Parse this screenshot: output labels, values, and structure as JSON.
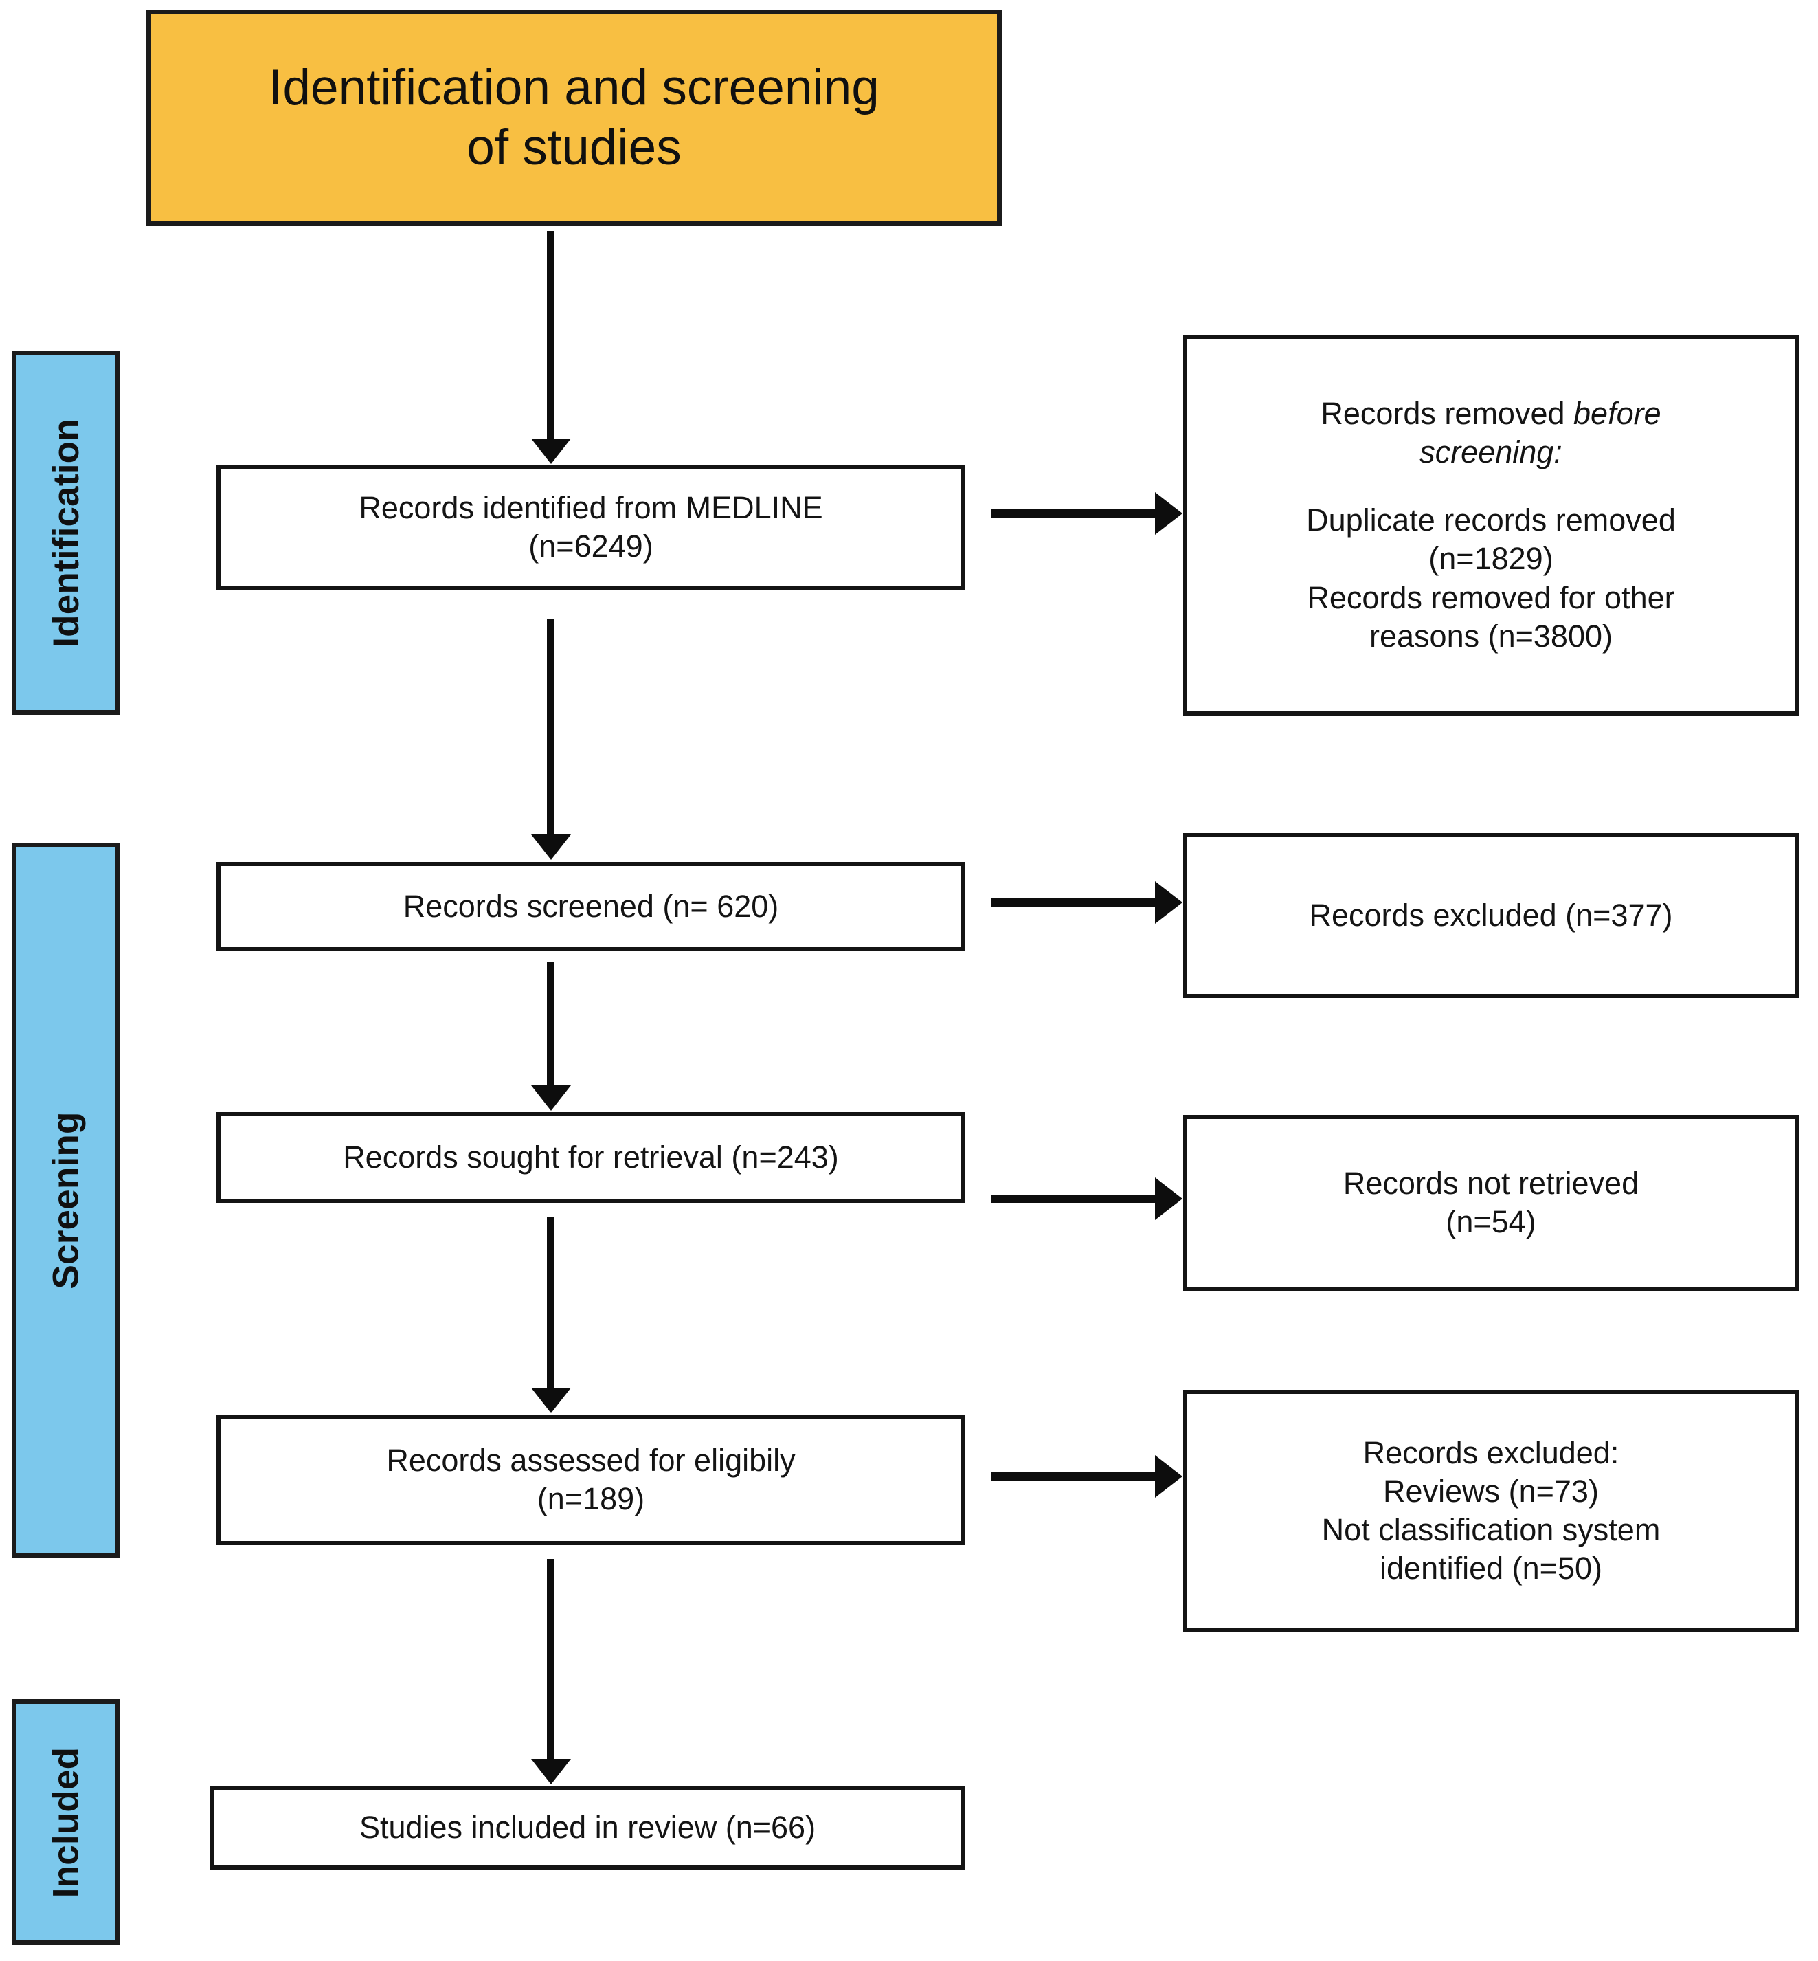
{
  "diagram": {
    "type": "prisma-flow-diagram",
    "colors": {
      "header_fill": "#f8bf42",
      "stage_fill": "#7cc8ec",
      "box_fill": "#ffffff",
      "stroke": "#141414",
      "text": "#141414"
    },
    "header": {
      "line1": "Identification and screening",
      "line2": "of studies"
    },
    "stages": [
      {
        "id": "identification",
        "label": "Identification"
      },
      {
        "id": "screening",
        "label": "Screening"
      },
      {
        "id": "included",
        "label": "Included"
      }
    ],
    "main_flow": [
      {
        "id": "records-identified",
        "line1": "Records identified from MEDLINE",
        "line2": "(n=6249)",
        "n": 6249
      },
      {
        "id": "records-screened",
        "line1": "Records screened (n= 620)",
        "line2": "",
        "n": 620
      },
      {
        "id": "records-sought",
        "line1": "Records sought for retrieval (n=243)",
        "line2": "",
        "n": 243
      },
      {
        "id": "records-assessed",
        "line1": "Records assessed for eligibily",
        "line2": "(n=189)",
        "n": 189
      },
      {
        "id": "studies-included",
        "line1": "Studies included in review (n=66)",
        "line2": "",
        "n": 66
      }
    ],
    "exclusions": [
      {
        "id": "removed-before-screening",
        "head_plain": "Records removed ",
        "head_italic1": "before",
        "head_italic2": "screening:",
        "line_a": "Duplicate records removed",
        "line_b": "(n=1829)",
        "line_c": "Records removed for other",
        "line_d": "reasons (n=3800)",
        "duplicates_n": 1829,
        "other_reasons_n": 3800
      },
      {
        "id": "records-excluded-screened",
        "line1": "Records excluded (n=377)",
        "n": 377
      },
      {
        "id": "records-not-retrieved",
        "line1": "Records not retrieved",
        "line2": "(n=54)",
        "n": 54
      },
      {
        "id": "records-excluded-eligibility",
        "line1": "Records excluded:",
        "line2": "Reviews (n=73)",
        "line3": "Not classification system",
        "line4": "identified (n=50)",
        "reviews_n": 73,
        "not_classification_n": 50
      }
    ]
  }
}
